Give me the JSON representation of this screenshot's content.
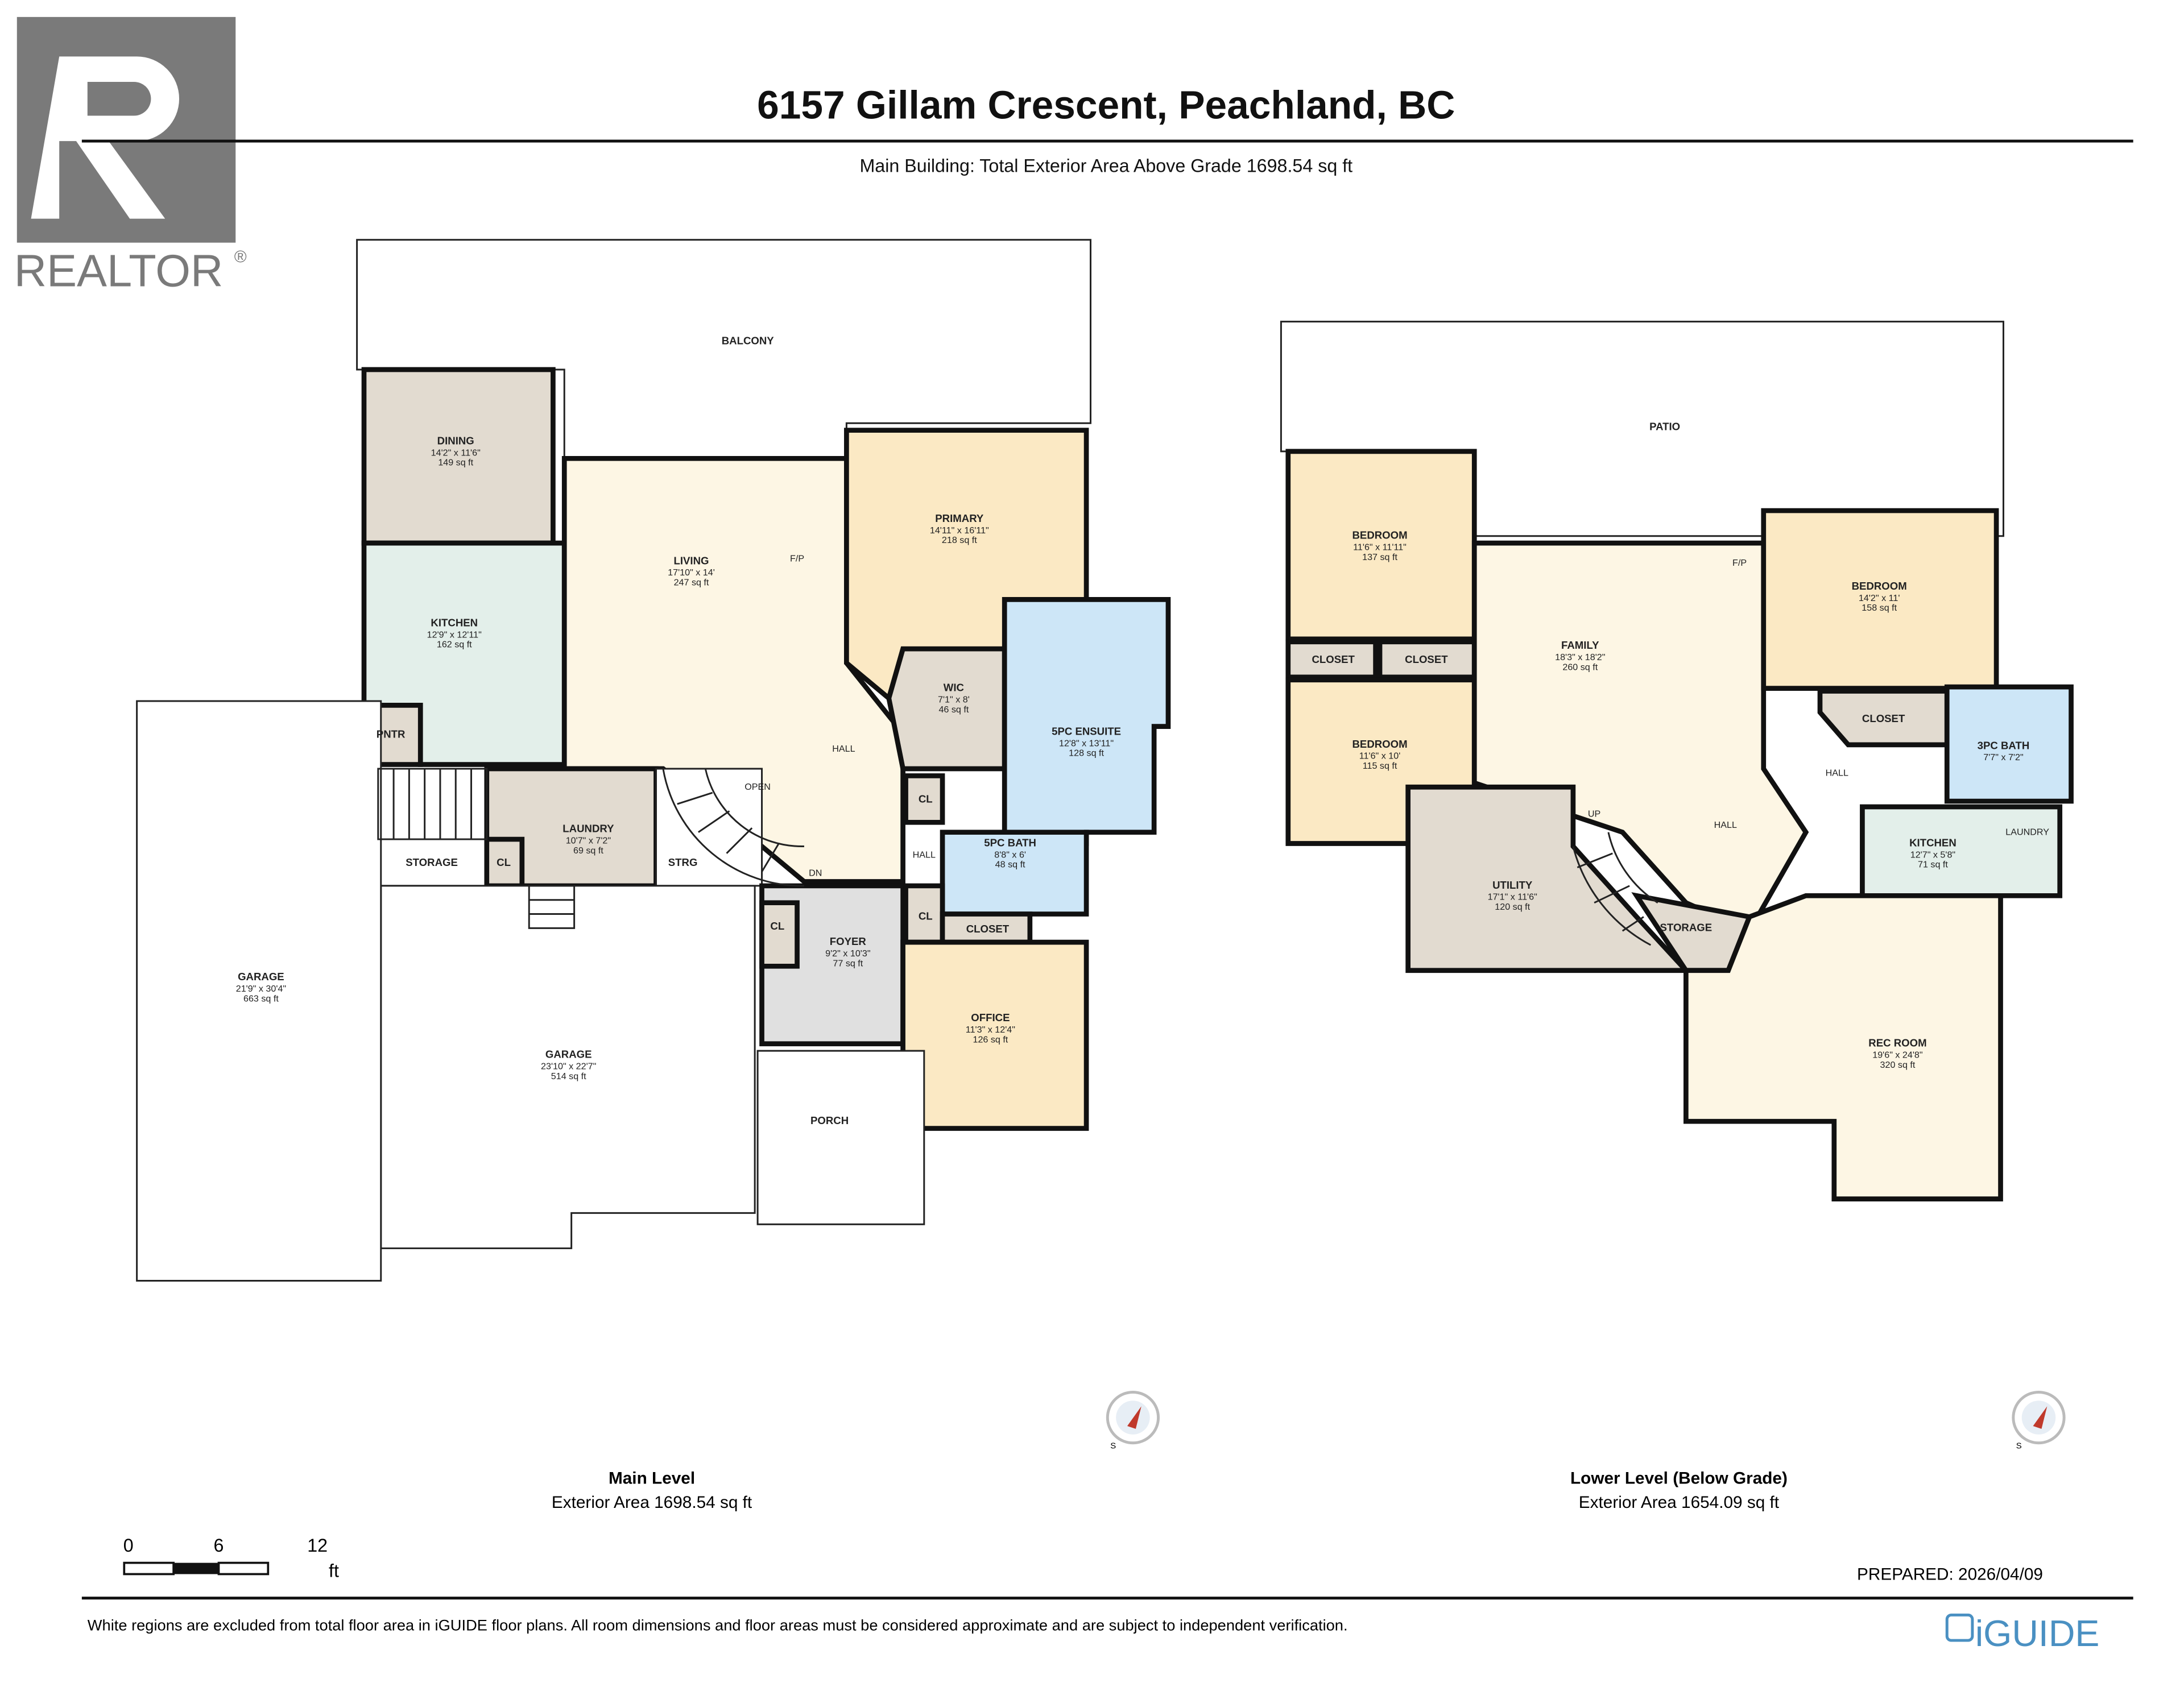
{
  "logo": {
    "brand": "REALTOR",
    "mark": "®"
  },
  "header": {
    "title": "6157 Gillam Crescent, Peachland, BC",
    "subtitle": "Main Building: Total Exterior Area Above Grade 1698.54 sq ft"
  },
  "colors": {
    "bedroom": "#fbe9c4",
    "living": "#fdf6e4",
    "utility": "#e2dbd0",
    "kitchen": "#e3efea",
    "bath": "#cde6f7",
    "foyer": "#e0e0e0",
    "wall": "#111111",
    "window": "#3a6f9a",
    "exterior": "#ffffff"
  },
  "main_level": {
    "label": "Main Level",
    "area": "Exterior Area 1698.54 sq ft",
    "rooms": [
      {
        "name": "BALCONY",
        "dims": "",
        "area": "",
        "type": "exterior"
      },
      {
        "name": "DINING",
        "dims": "14'2\" x 11'6\"",
        "area": "149 sq ft",
        "type": "utility"
      },
      {
        "name": "KITCHEN",
        "dims": "12'9\" x 12'11\"",
        "area": "162 sq ft",
        "type": "kitchen"
      },
      {
        "name": "PNTR",
        "dims": "",
        "area": "",
        "type": "utility"
      },
      {
        "name": "LIVING",
        "dims": "17'10\" x 14'",
        "area": "247 sq ft",
        "type": "living"
      },
      {
        "name": "PRIMARY",
        "dims": "14'11\" x 16'11\"",
        "area": "218 sq ft",
        "type": "bedroom"
      },
      {
        "name": "WIC",
        "dims": "7'1\" x 8'",
        "area": "46 sq ft",
        "type": "utility"
      },
      {
        "name": "5PC ENSUITE",
        "dims": "12'8\" x 13'11\"",
        "area": "128 sq ft",
        "type": "bath"
      },
      {
        "name": "CL",
        "dims": "",
        "area": "",
        "type": "utility"
      },
      {
        "name": "5PC BATH",
        "dims": "8'8\" x 6'",
        "area": "48 sq ft",
        "type": "bath"
      },
      {
        "name": "LAUNDRY",
        "dims": "10'7\" x 7'2\"",
        "area": "69 sq ft",
        "type": "utility"
      },
      {
        "name": "STORAGE",
        "dims": "",
        "area": "",
        "type": "exterior"
      },
      {
        "name": "CL",
        "dims": "",
        "area": "",
        "type": "utility"
      },
      {
        "name": "STRG",
        "dims": "",
        "area": "",
        "type": "exterior"
      },
      {
        "name": "FOYER",
        "dims": "9'2\" x 10'3\"",
        "area": "77 sq ft",
        "type": "foyer"
      },
      {
        "name": "CL",
        "dims": "",
        "area": "",
        "type": "utility"
      },
      {
        "name": "CL",
        "dims": "",
        "area": "",
        "type": "utility"
      },
      {
        "name": "CLOSET",
        "dims": "",
        "area": "",
        "type": "utility"
      },
      {
        "name": "OFFICE",
        "dims": "11'3\" x 12'4\"",
        "area": "126 sq ft",
        "type": "bedroom"
      },
      {
        "name": "PORCH",
        "dims": "",
        "area": "",
        "type": "exterior"
      },
      {
        "name": "GARAGE",
        "dims": "23'10\" x 22'7\"",
        "area": "514 sq ft",
        "type": "exterior"
      },
      {
        "name": "GARAGE",
        "dims": "21'9\" x 30'4\"",
        "area": "663 sq ft",
        "type": "exterior"
      }
    ],
    "annotations": {
      "fp": "F/P",
      "hall": "HALL",
      "hall_small": "HALL",
      "open": "OPEN",
      "dn": "DN"
    }
  },
  "lower_level": {
    "label": "Lower Level (Below Grade)",
    "area": "Exterior Area 1654.09 sq ft",
    "rooms": [
      {
        "name": "PATIO",
        "dims": "",
        "area": "",
        "type": "exterior"
      },
      {
        "name": "BEDROOM",
        "dims": "11'6\" x 11'11\"",
        "area": "137 sq ft",
        "type": "bedroom"
      },
      {
        "name": "CLOSET",
        "dims": "",
        "area": "",
        "type": "utility"
      },
      {
        "name": "CLOSET",
        "dims": "",
        "area": "",
        "type": "utility"
      },
      {
        "name": "BEDROOM",
        "dims": "11'6\" x 10'",
        "area": "115 sq ft",
        "type": "bedroom"
      },
      {
        "name": "FAMILY",
        "dims": "18'3\" x 18'2\"",
        "area": "260 sq ft",
        "type": "living"
      },
      {
        "name": "BEDROOM",
        "dims": "14'2\" x 11'",
        "area": "158 sq ft",
        "type": "bedroom"
      },
      {
        "name": "CLOSET",
        "dims": "",
        "area": "",
        "type": "utility"
      },
      {
        "name": "3PC BATH",
        "dims": "7'7\" x 7'2\"",
        "area": "",
        "type": "bath"
      },
      {
        "name": "UTILITY",
        "dims": "17'1\" x 11'6\"",
        "area": "120 sq ft",
        "type": "utility"
      },
      {
        "name": "STORAGE",
        "dims": "",
        "area": "",
        "type": "utility"
      },
      {
        "name": "KITCHEN",
        "dims": "12'7\" x 5'8\"",
        "area": "71 sq ft",
        "type": "kitchen"
      },
      {
        "name": "REC ROOM",
        "dims": "19'6\" x 24'8\"",
        "area": "320 sq ft",
        "type": "living"
      }
    ],
    "annotations": {
      "fp": "F/P",
      "hall1": "HALL",
      "hall2": "HALL",
      "up": "UP",
      "laundry": "LAUNDRY"
    }
  },
  "scale_bar": {
    "ticks": [
      "0",
      "6",
      "12"
    ],
    "unit": "ft"
  },
  "footer": {
    "prepared": "PREPARED: 2026/04/09",
    "disclaimer": "White regions are excluded from total floor area in iGUIDE floor plans. All room dimensions and floor areas must be considered approximate and are subject to independent verification.",
    "brand": "iGUIDE"
  },
  "icons": {
    "compass": "compass-icon",
    "logo": "realtor-logo",
    "brand": "iguide-logo"
  }
}
